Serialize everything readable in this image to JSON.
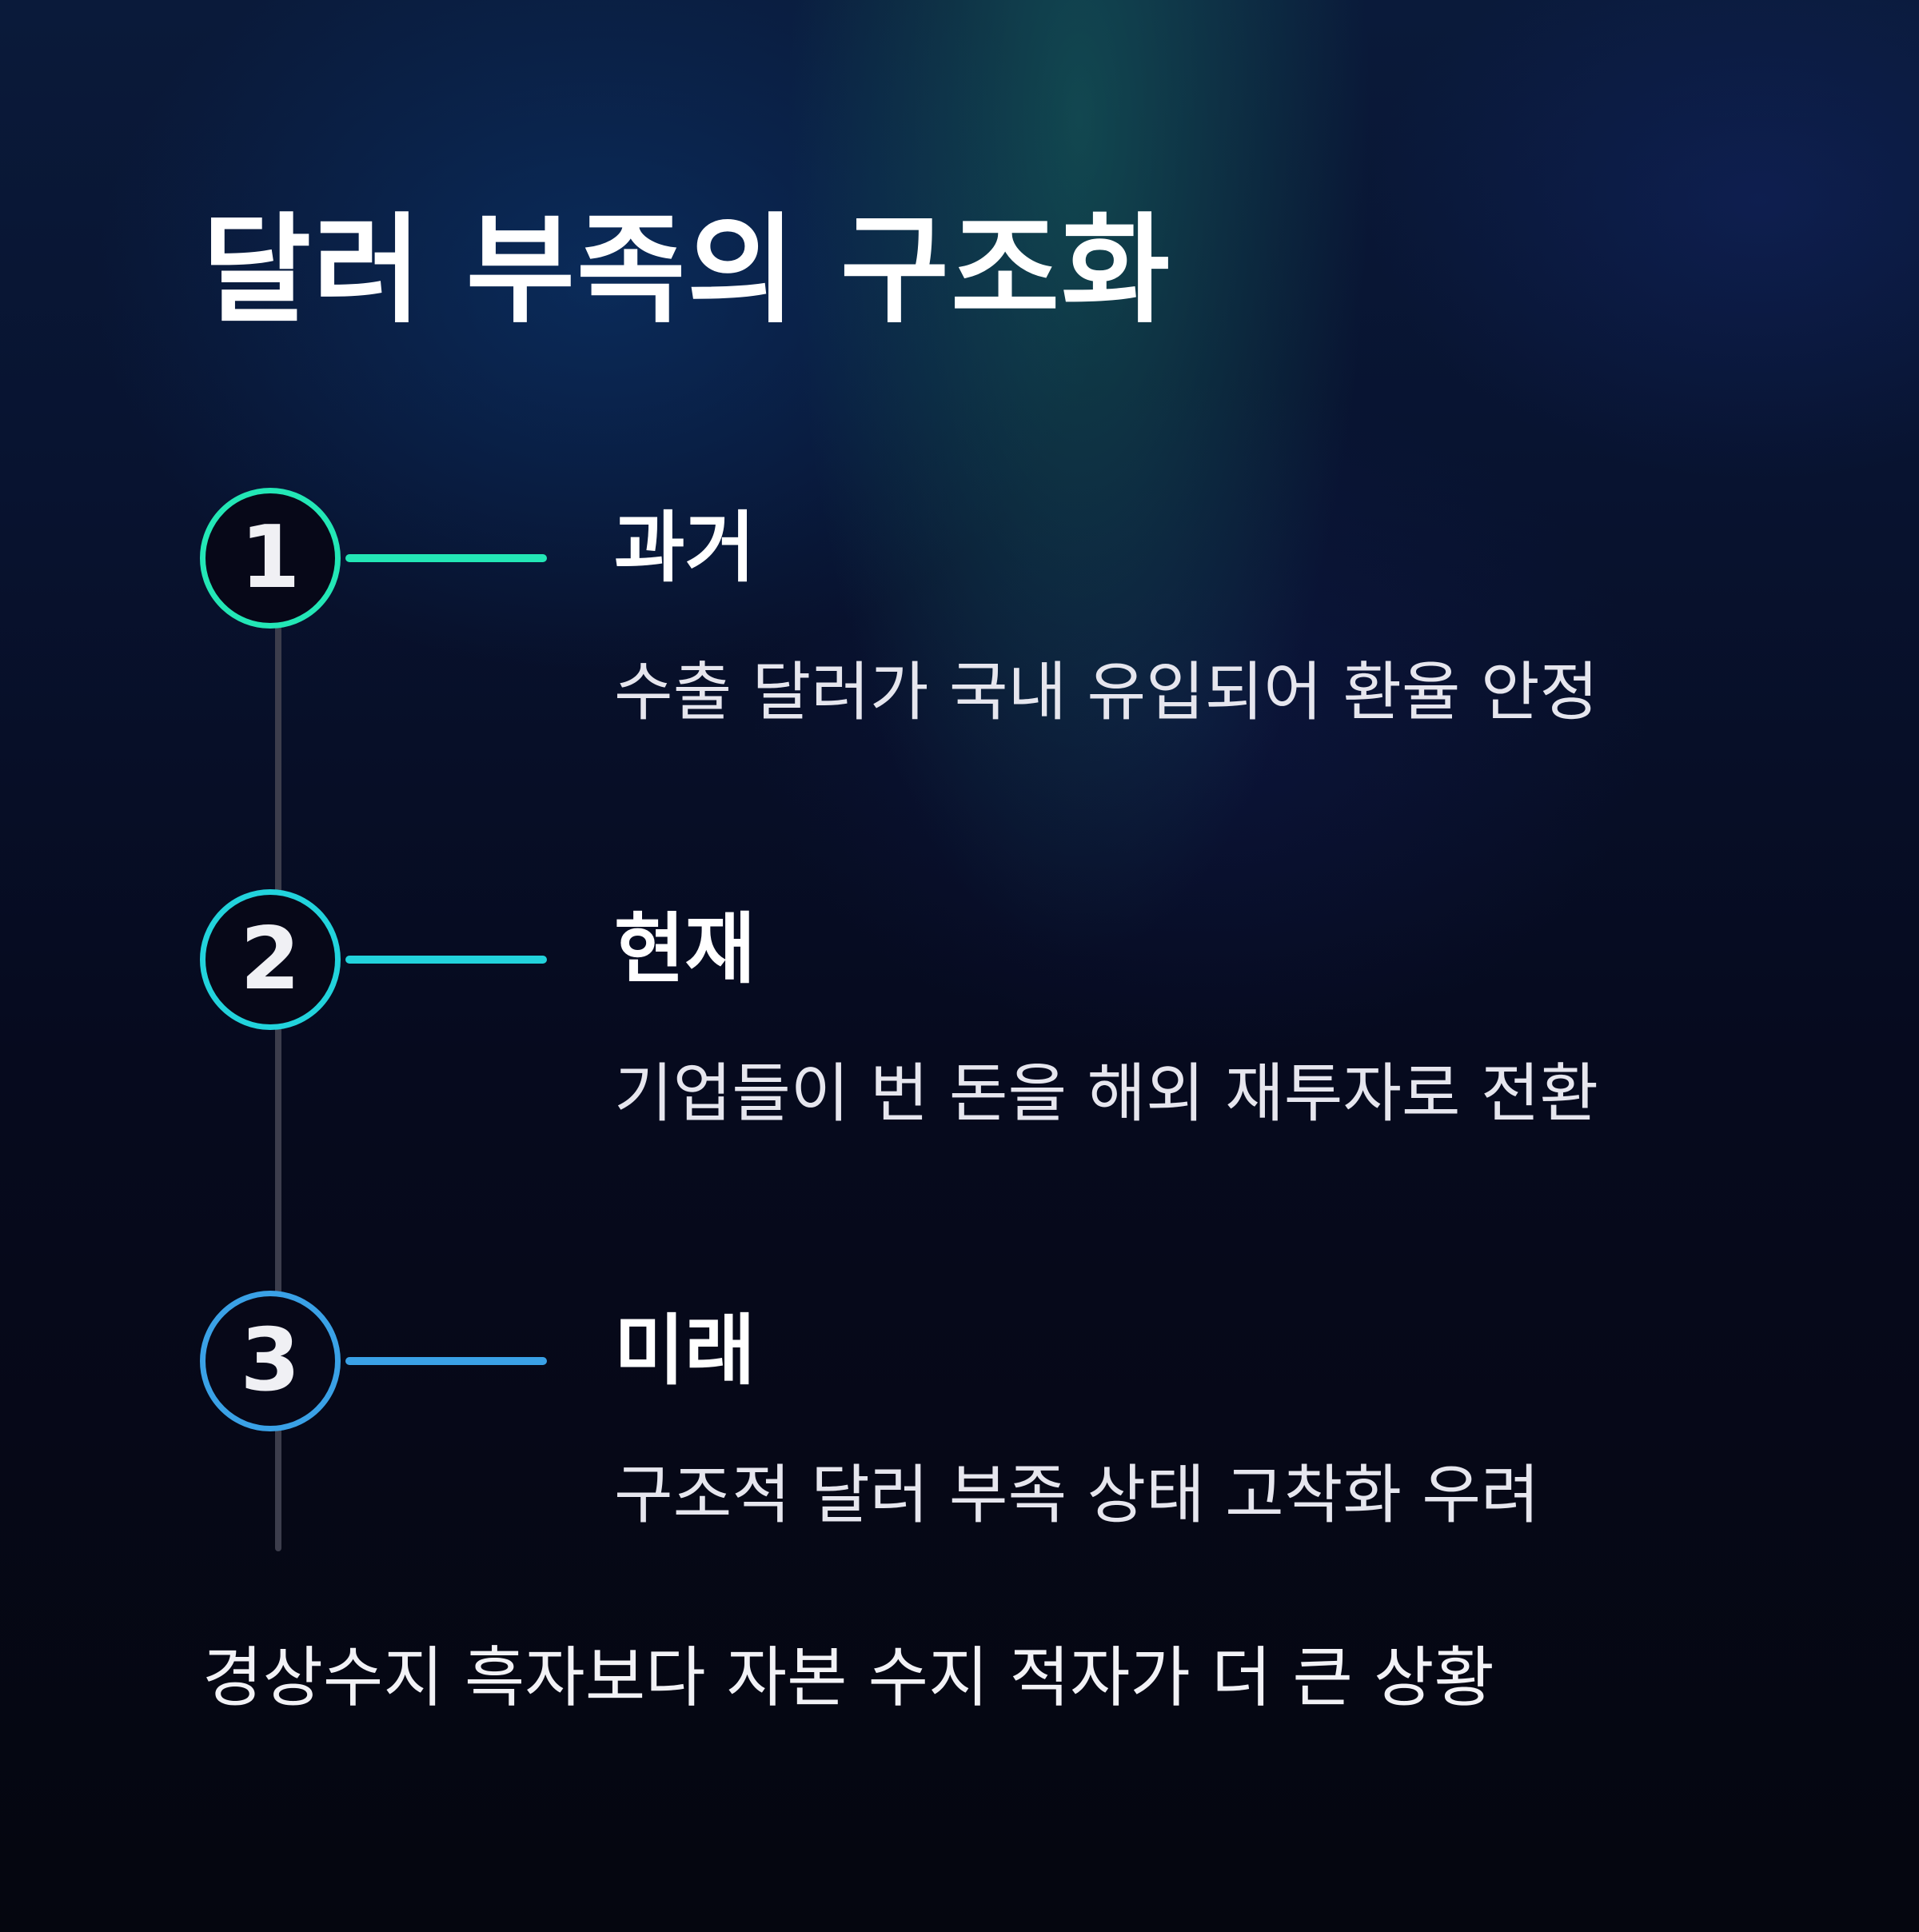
{
  "title": "달러 부족의 구조화",
  "steps": [
    {
      "number": "1",
      "title": "과거",
      "description": "수출 달러가 국내 유입되어 환율 안정",
      "color": "#23e7b6"
    },
    {
      "number": "2",
      "title": "현재",
      "description": "기업들이 번 돈을 해외 재투자로 전환",
      "color": "#22d3dc"
    },
    {
      "number": "3",
      "title": "미래",
      "description": "구조적 달러 부족 상태 고착화 우려",
      "color": "#3aa1e6"
    }
  ],
  "footer": "경상수지 흑자보다 자본 수지 적자가 더 큰 상황"
}
